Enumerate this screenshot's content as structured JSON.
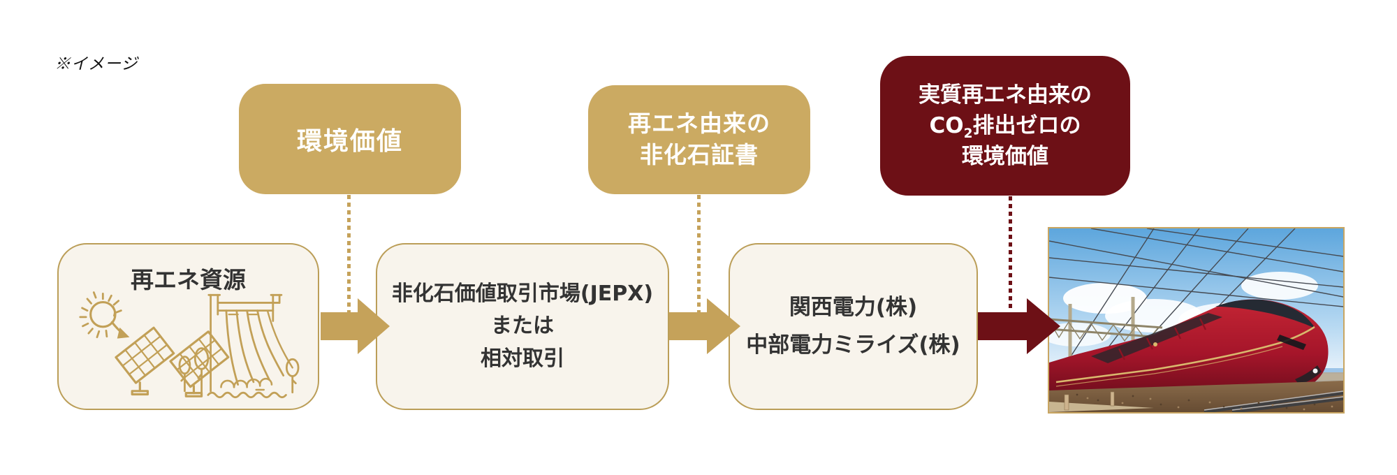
{
  "note": "※イメージ",
  "colors": {
    "gold": "#cbaa62",
    "gold_arrow": "#c5a25a",
    "gold_border": "#bb9e58",
    "cream": "#f8f4ec",
    "dark_red": "#6d1016",
    "text_dark": "#333333",
    "text_white": "#ffffff"
  },
  "top_boxes": {
    "env_value": {
      "label": "環境価値"
    },
    "certificate": {
      "lines": [
        "再エネ由来の",
        "非化石証書"
      ]
    },
    "zero_co2": {
      "line1": "実質再エネ由来の",
      "co2_pre": "CO",
      "co2_sub": "2",
      "co2_post": "排出ゼロの",
      "line3": "環境価値"
    }
  },
  "flow_boxes": {
    "source": {
      "title": "再エネ資源",
      "icon_names": [
        "sun-icon",
        "down-right-arrow-icon",
        "solar-panels-icon",
        "trees-icon",
        "hydro-dam-icon",
        "water-wave-icon"
      ]
    },
    "market": {
      "lines": [
        "非化石価値取引市場(JEPX)",
        "または",
        "相対取引"
      ]
    },
    "utilities": {
      "lines": [
        "関西電力(株)",
        "中部電力ミライズ(株)"
      ]
    }
  },
  "photo": {
    "name": "red-express-train-photo"
  }
}
